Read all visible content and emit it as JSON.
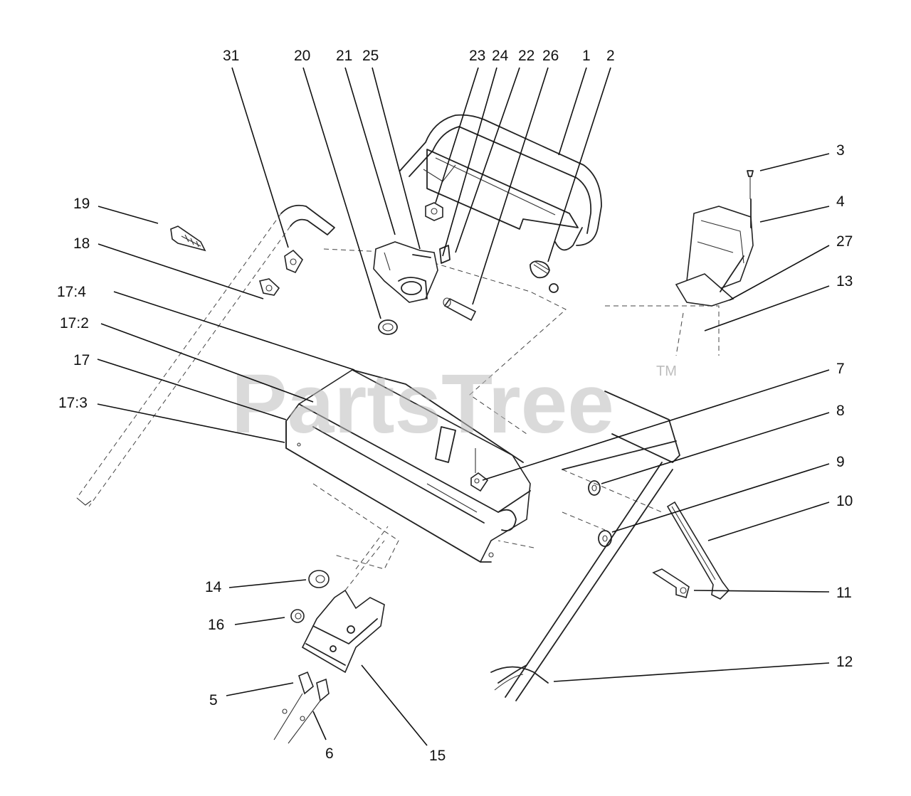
{
  "watermark": {
    "text": "PartsTree",
    "mark": "TM"
  },
  "callouts": [
    {
      "id": "c31",
      "label": "31"
    },
    {
      "id": "c20",
      "label": "20"
    },
    {
      "id": "c21",
      "label": "21"
    },
    {
      "id": "c25",
      "label": "25"
    },
    {
      "id": "c23",
      "label": "23"
    },
    {
      "id": "c24",
      "label": "24"
    },
    {
      "id": "c22",
      "label": "22"
    },
    {
      "id": "c26",
      "label": "26"
    },
    {
      "id": "c1",
      "label": "1"
    },
    {
      "id": "c2",
      "label": "2"
    },
    {
      "id": "c3",
      "label": "3"
    },
    {
      "id": "c4",
      "label": "4"
    },
    {
      "id": "c27",
      "label": "27"
    },
    {
      "id": "c13",
      "label": "13"
    },
    {
      "id": "c19",
      "label": "19"
    },
    {
      "id": "c18",
      "label": "18"
    },
    {
      "id": "c17-4",
      "label": "17:4"
    },
    {
      "id": "c17-2",
      "label": "17:2"
    },
    {
      "id": "c17",
      "label": "17"
    },
    {
      "id": "c17-3",
      "label": "17:3"
    },
    {
      "id": "c7",
      "label": "7"
    },
    {
      "id": "c8",
      "label": "8"
    },
    {
      "id": "c9",
      "label": "9"
    },
    {
      "id": "c10",
      "label": "10"
    },
    {
      "id": "c11",
      "label": "11"
    },
    {
      "id": "c12",
      "label": "12"
    },
    {
      "id": "c14",
      "label": "14"
    },
    {
      "id": "c16",
      "label": "16"
    },
    {
      "id": "c5",
      "label": "5"
    },
    {
      "id": "c6",
      "label": "6"
    },
    {
      "id": "c15",
      "label": "15"
    }
  ]
}
